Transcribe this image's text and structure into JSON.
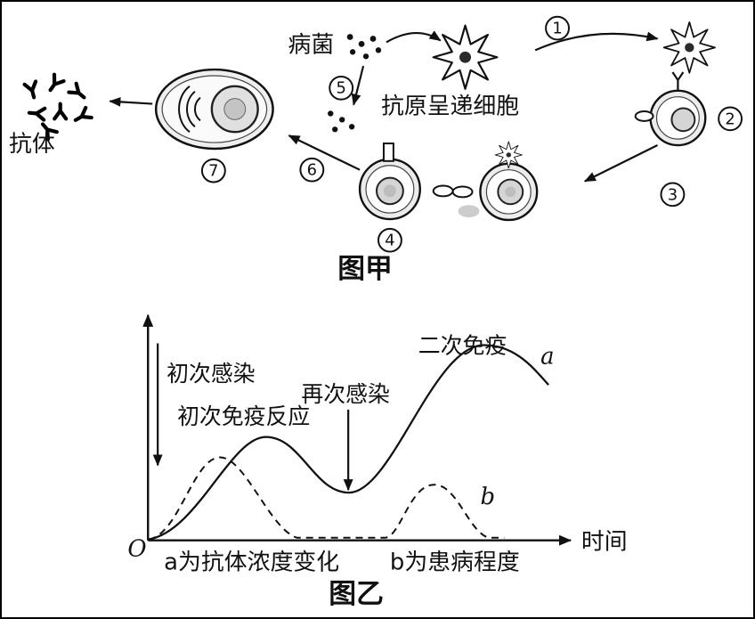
{
  "fig_a": {
    "caption": "图甲",
    "pathogen_label": "病菌",
    "apc_label": "抗原呈递细胞",
    "antibody_label": "抗体",
    "steps": [
      "1",
      "2",
      "3",
      "4",
      "5",
      "6",
      "7"
    ]
  },
  "fig_b": {
    "caption": "图乙",
    "first_infection": "初次感染",
    "first_immune_response": "初次免疫反应",
    "second_infection": "再次感染",
    "secondary_immunity": "二次免疫",
    "curve_a": "a",
    "curve_b": "b",
    "origin": "O",
    "x_axis": "时间",
    "legend_a": "a为抗体浓度变化",
    "legend_b": "b为患病程度"
  },
  "colors": {
    "ink": "#111111",
    "cell_fill": "#ececec",
    "nucleus_fill": "#d5d5d5"
  },
  "chart_data": {
    "type": "line",
    "title": "图乙",
    "xlabel": "时间",
    "ylabel": "",
    "ylim": [
      0,
      110
    ],
    "grid": false,
    "axes": {
      "x_arrow": true,
      "y_arrow": true,
      "origin_label": "O"
    },
    "series": [
      {
        "name": "a为抗体浓度变化",
        "style": "solid",
        "x": [
          0,
          8,
          15,
          22,
          30,
          40,
          50,
          60,
          70,
          77,
          84,
          92,
          100
        ],
        "values": [
          0,
          6,
          18,
          40,
          53,
          38,
          24,
          46,
          82,
          97,
          100,
          90,
          80
        ]
      },
      {
        "name": "b为患病程度",
        "style": "dashed",
        "x": [
          0,
          8,
          15,
          18,
          25,
          32,
          37,
          50,
          58,
          65,
          71,
          78,
          85,
          89
        ],
        "values": [
          0,
          14,
          34,
          42,
          30,
          10,
          1,
          0,
          1,
          16,
          29,
          12,
          1,
          0
        ]
      }
    ],
    "annotations": [
      {
        "text": "初次感染",
        "x": 3,
        "type": "arrow-down"
      },
      {
        "text": "初次免疫反应",
        "x": 20,
        "type": "label"
      },
      {
        "text": "再次感染",
        "x": 50,
        "type": "arrow-down"
      },
      {
        "text": "二次免疫",
        "x": 80,
        "type": "label"
      }
    ],
    "legend_position": "below-axis"
  }
}
